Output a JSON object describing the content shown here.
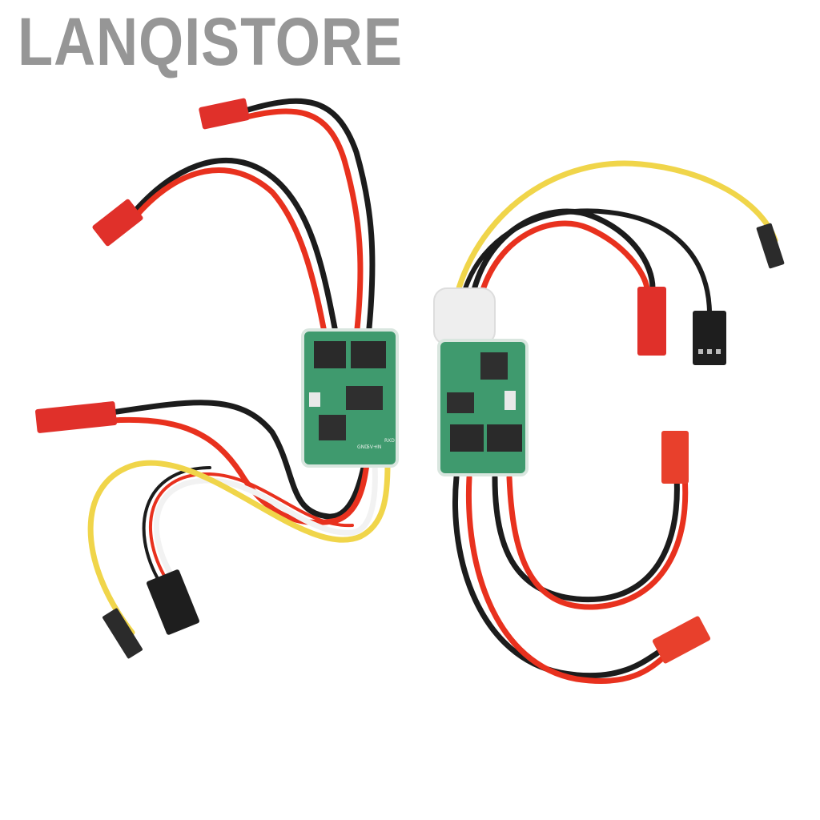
{
  "watermark": {
    "text": "LANQISTORE",
    "color": "#969696"
  },
  "product": {
    "subject": "Two brushed ESC speed controller boards with connector leads",
    "left_board": {
      "pad_labels": [
        "GND",
        "5V+",
        "IN",
        "RXD"
      ],
      "leads": [
        "red JST connector (top)",
        "red JST connector (upper-left)",
        "red JST connector (left)",
        "3-pin black servo connector",
        "yellow single-pin lead"
      ]
    },
    "right_board": {
      "leads": [
        "yellow single-pin lead",
        "red JST connector",
        "3-pin black servo connector",
        "red JST connector (right)",
        "red JST connector (bottom)"
      ]
    }
  },
  "colors": {
    "background": "#ffffff",
    "pcb_green": "#3f9a6e",
    "wire_red": "#e8311e",
    "wire_black": "#1c1c1c",
    "wire_yellow": "#f0d54a",
    "wire_white": "#f2f2f2",
    "jst_red": "#e0302a"
  }
}
